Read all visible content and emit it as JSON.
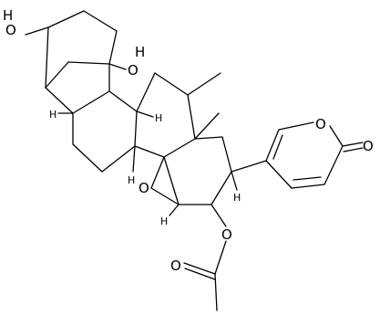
{
  "molecule": {
    "atoms": [
      {
        "id": "o_3",
        "label": "O"
      },
      {
        "id": "h_3",
        "label": "H"
      },
      {
        "id": "o_14",
        "label": "O"
      },
      {
        "id": "h_14",
        "label": "H"
      },
      {
        "id": "h_5",
        "label": "H"
      },
      {
        "id": "h_9",
        "label": "H"
      },
      {
        "id": "o_ep",
        "label": "O"
      },
      {
        "id": "h_8",
        "label": "H"
      },
      {
        "id": "h_ep",
        "label": "H"
      },
      {
        "id": "h_17",
        "label": "H"
      },
      {
        "id": "o_16",
        "label": "O"
      },
      {
        "id": "o_acc",
        "label": "O"
      },
      {
        "id": "o_lac",
        "label": "O"
      },
      {
        "id": "o_lco",
        "label": "O"
      }
    ]
  }
}
